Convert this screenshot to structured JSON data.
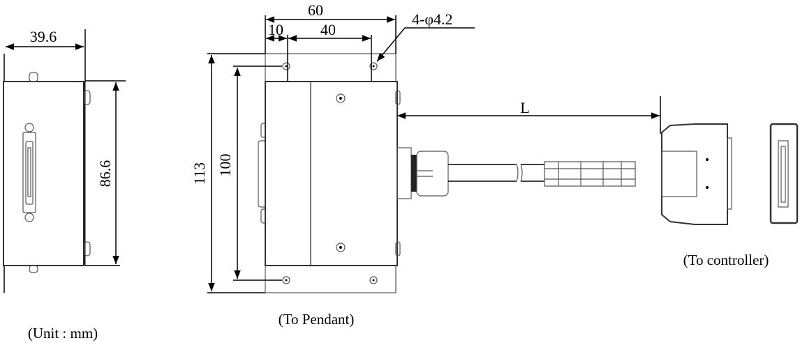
{
  "drawing": {
    "side_view": {
      "width_dim": "39.6",
      "height_dim": "86.6"
    },
    "front_view": {
      "overall_width_dim": "60",
      "hole_offset_dim": "10",
      "hole_pitch_dim": "40",
      "hole_callout": "4-φ4.2",
      "overall_height_dim": "113",
      "hole_vertical_pitch_dim": "100",
      "caption": "(To Pendant)"
    },
    "cable": {
      "length_dim": "L",
      "caption": "(To controller)"
    },
    "unit_note": "(Unit : mm)"
  }
}
